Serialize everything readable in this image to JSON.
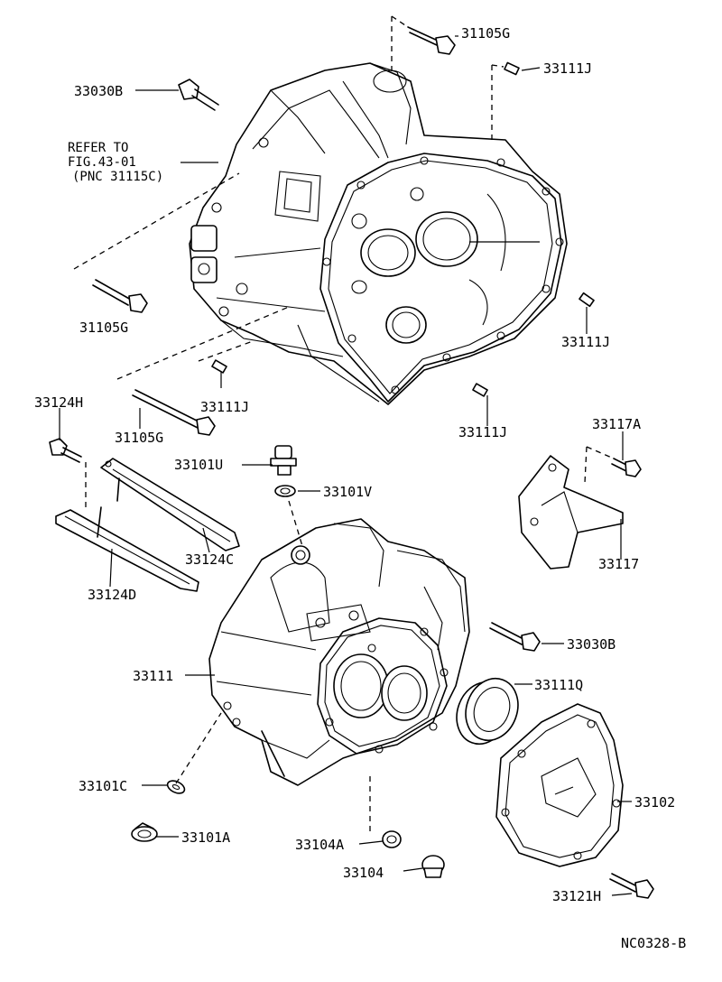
{
  "diagram": {
    "code": "NC0328-B",
    "refer_note": {
      "line1": "REFER TO",
      "line2": "FIG.43-01",
      "line3": "(PNC 31115C)"
    },
    "parts": [
      {
        "id": "p_31105G_top",
        "label": "31105G"
      },
      {
        "id": "p_33111J_top",
        "label": "33111J"
      },
      {
        "id": "p_33030B_top",
        "label": "33030B"
      },
      {
        "id": "p_31105G_left",
        "label": "31105G"
      },
      {
        "id": "p_33111J_right",
        "label": "33111J"
      },
      {
        "id": "p_33124H",
        "label": "33124H"
      },
      {
        "id": "p_33111J_mid",
        "label": "33111J"
      },
      {
        "id": "p_31105G_bottom",
        "label": "31105G"
      },
      {
        "id": "p_33111J_lower",
        "label": "33111J"
      },
      {
        "id": "p_33117A",
        "label": "33117A"
      },
      {
        "id": "p_33101U",
        "label": "33101U"
      },
      {
        "id": "p_33101V",
        "label": "33101V"
      },
      {
        "id": "p_33124C",
        "label": "33124C"
      },
      {
        "id": "p_33124D",
        "label": "33124D"
      },
      {
        "id": "p_33117",
        "label": "33117"
      },
      {
        "id": "p_33030B_mid",
        "label": "33030B"
      },
      {
        "id": "p_33111",
        "label": "33111"
      },
      {
        "id": "p_33111Q",
        "label": "33111Q"
      },
      {
        "id": "p_33102",
        "label": "33102"
      },
      {
        "id": "p_33101C",
        "label": "33101C"
      },
      {
        "id": "p_33101A",
        "label": "33101A"
      },
      {
        "id": "p_33104A",
        "label": "33104A"
      },
      {
        "id": "p_33104",
        "label": "33104"
      },
      {
        "id": "p_33121H",
        "label": "33121H"
      }
    ]
  }
}
